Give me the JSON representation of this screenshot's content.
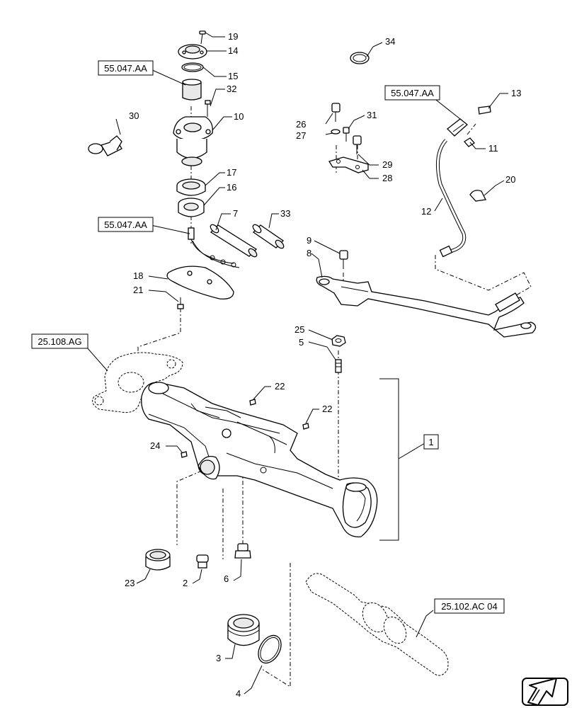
{
  "callouts": {
    "c1": "1",
    "c2": "2",
    "c3": "3",
    "c4": "4",
    "c5": "5",
    "c6": "6",
    "c7": "7",
    "c8": "8",
    "c9": "9",
    "c10": "10",
    "c11": "11",
    "c12": "12",
    "c13": "13",
    "c14": "14",
    "c15": "15",
    "c16": "16",
    "c17": "17",
    "c18": "18",
    "c19": "19",
    "c20": "20",
    "c21": "21",
    "c22a": "22",
    "c22b": "22",
    "c23": "23",
    "c24": "24",
    "c25": "25",
    "c26": "26",
    "c27": "27",
    "c28": "28",
    "c29": "29",
    "c30": "30",
    "c31": "31",
    "c32": "32",
    "c33": "33",
    "c34": "34"
  },
  "references": {
    "ref_55047_top": "55.047.AA",
    "ref_55047_mid": "55.047.AA",
    "ref_55047_right": "55.047.AA",
    "ref_25108": "25.108.AG",
    "ref_25102": "25.102.AC 04"
  },
  "nav": {
    "next_arrow_icon": "arrow-next-icon"
  }
}
